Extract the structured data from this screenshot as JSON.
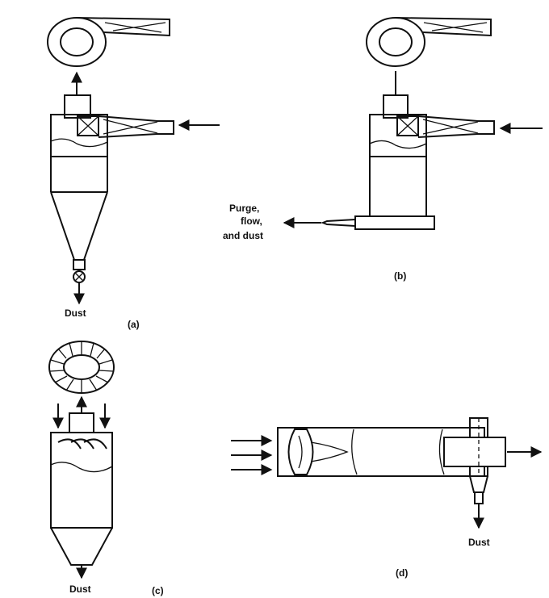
{
  "labels": {
    "a_caption": "(a)",
    "b_caption": "(b)",
    "c_caption": "(c)",
    "d_caption": "(d)",
    "dust_a": "Dust",
    "dust_c": "Dust",
    "dust_d": "Dust",
    "purge_line1": "Purge,",
    "purge_line2": "flow,",
    "purge_line3": "and dust"
  }
}
